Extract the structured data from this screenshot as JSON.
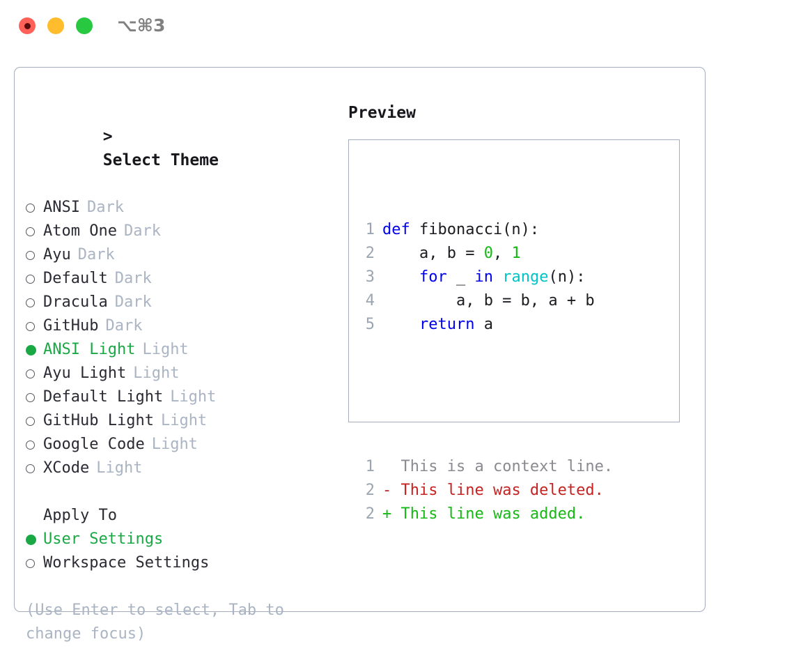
{
  "titlebar": {
    "shortcut": "⌥⌘3",
    "dots": [
      {
        "name": "close",
        "color": "#ff6058"
      },
      {
        "name": "minimize",
        "color": "#ffbd2e"
      },
      {
        "name": "zoom",
        "color": "#28c840"
      }
    ]
  },
  "theme_panel": {
    "prompt": ">",
    "title": "Select Theme",
    "selected_index": 6,
    "items": [
      {
        "name": "ANSI",
        "badge": "Dark",
        "selected": false
      },
      {
        "name": "Atom One",
        "badge": "Dark",
        "selected": false
      },
      {
        "name": "Ayu",
        "badge": "Dark",
        "selected": false
      },
      {
        "name": "Default",
        "badge": "Dark",
        "selected": false
      },
      {
        "name": "Dracula",
        "badge": "Dark",
        "selected": false
      },
      {
        "name": "GitHub",
        "badge": "Dark",
        "selected": false
      },
      {
        "name": "ANSI Light",
        "badge": "Light",
        "selected": true
      },
      {
        "name": "Ayu Light",
        "badge": "Light",
        "selected": false
      },
      {
        "name": "Default Light",
        "badge": "Light",
        "selected": false
      },
      {
        "name": "GitHub Light",
        "badge": "Light",
        "selected": false
      },
      {
        "name": "Google Code",
        "badge": "Light",
        "selected": false
      },
      {
        "name": "XCode",
        "badge": "Light",
        "selected": false
      }
    ]
  },
  "apply_to": {
    "header": "Apply To",
    "options": [
      {
        "label": "User Settings",
        "selected": true
      },
      {
        "label": "Workspace Settings",
        "selected": false
      }
    ]
  },
  "hint": "(Use Enter to select, Tab to change focus)",
  "preview": {
    "title": "Preview",
    "code_lines": [
      {
        "num": "1",
        "tokens": [
          {
            "t": "def ",
            "c": "kw"
          },
          {
            "t": "fibonacci(n):",
            "c": "plain"
          }
        ]
      },
      {
        "num": "2",
        "tokens": [
          {
            "t": "    a, b = ",
            "c": "plain"
          },
          {
            "t": "0",
            "c": "num"
          },
          {
            "t": ", ",
            "c": "plain"
          },
          {
            "t": "1",
            "c": "num"
          }
        ]
      },
      {
        "num": "3",
        "tokens": [
          {
            "t": "    ",
            "c": "plain"
          },
          {
            "t": "for",
            "c": "kw"
          },
          {
            "t": " _ ",
            "c": "plain"
          },
          {
            "t": "in",
            "c": "kw"
          },
          {
            "t": " ",
            "c": "plain"
          },
          {
            "t": "range",
            "c": "fn"
          },
          {
            "t": "(n):",
            "c": "plain"
          }
        ]
      },
      {
        "num": "4",
        "tokens": [
          {
            "t": "        a, b = b, a + b",
            "c": "plain"
          }
        ]
      },
      {
        "num": "5",
        "tokens": [
          {
            "t": "    ",
            "c": "plain"
          },
          {
            "t": "return",
            "c": "kw"
          },
          {
            "t": " a",
            "c": "plain"
          }
        ]
      }
    ],
    "diff_lines": [
      {
        "num": "1",
        "marker": "  ",
        "text": "This is a context line.",
        "kind": "ctx"
      },
      {
        "num": "2",
        "marker": "- ",
        "text": "This line was deleted.",
        "kind": "del"
      },
      {
        "num": "2",
        "marker": "+ ",
        "text": "This line was added.",
        "kind": "add"
      }
    ]
  },
  "colors": {
    "accent_green": "#1aa845",
    "muted": "#aab4c2",
    "border": "#a3adbb",
    "keyword": "#0000ef",
    "function": "#00c5c7",
    "number": "#17b815",
    "deleted": "#c62222",
    "added": "#17b815",
    "line_number": "#9aa5b1"
  }
}
